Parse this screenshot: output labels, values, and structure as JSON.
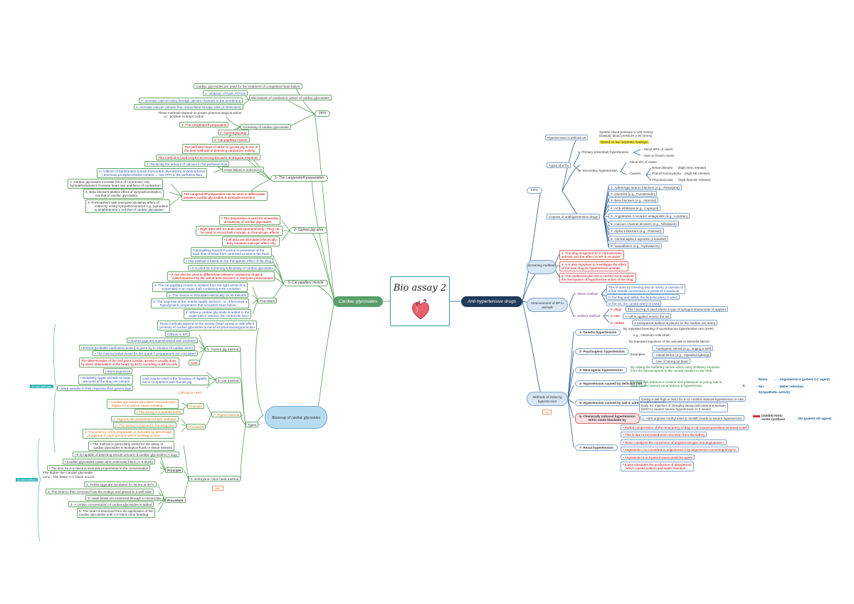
{
  "central": "Bio assay 2",
  "left_main": "Cardiac glycosides",
  "right_main": "Anti hypertensive drugs",
  "cg": {
    "intro": "Intro",
    "intro_used": "Cardiac glycosides are used for the treatment of congestive heart failure",
    "mechanism": "Mechanism of cardiotonic action of cardiac glycosides",
    "mech": [
      "1- Inhibition of Na/K ATPase",
      "2- Increase calcium entry through calcium channels in the membrane",
      "3- Increase calcium release from intracellular storage sites (S Reticulum)"
    ],
    "screening": "Screening of cardiac glycosides",
    "screen_text": [
      "These methods depend on proper pharmacological action",
      "i.e., positive inotropic action"
    ],
    "screen_items": [
      "1- The Langendorff preparation",
      "2- Guinea pig strip",
      "3- Cat papillary muscle"
    ],
    "lang_title": "1- The Langendorff preparation",
    "lang_perf": [
      "The perfused heart of rabbit or guinea pig is one of",
      "the best methods of detecting cardiotonic activity"
    ],
    "lang_rhythm": "This method is used only for screening because of irregular response",
    "lang_fail": "Heart failure is induced by",
    "lang_fail1": "1- Reducing the amount of calcium in the perfusion fluid",
    "lang_fail2": [
      "2- Addition of barbiturates (cause myocardial depression) or dinitrophenol",
      "( decrease phosphocreatine content → low ATP)  in the perfusion fluid"
    ],
    "lang_a": [
      "1- Cardiac glycosides increase force of contraction only",
      "Sympathomimetics increase heart rate and force of contraction"
    ],
    "lang_b": [
      "2- Beta blockers abolish effect of sympathomimetics,",
      "not that of cardiac glycosides"
    ],
    "lang_c": [
      "3- Pretreatment with reserpine abolishes effect of",
      "indirectly-acting sympathomimetics e.g. (ephedrine",
      "& amphetamine ), not that of cardiac glycosides"
    ],
    "lang_diff": [
      "The Langendorff preparation can be used to differentiate",
      "between cardiac glycosides & sympathomimetics"
    ],
    "gp_title": "2- Guinea pig atria",
    "gp1": [
      "• This preparation is used for screening",
      "& bioassay of cardiac glycosides"
    ],
    "gp2": [
      "• Right atria with SA node beat spontaneously .  They can",
      "be used to record both inotropic & chronotropic effects"
    ],
    "gp3": [
      "• Left atria are stimulated electrically;",
      "they measure inotropic effect only"
    ],
    "cp_title": "3- Cat papillary muscle",
    "cp1": [
      "Cat papillary muscle Function is prevention of the",
      "back flow of blood form ventricles to atria in the heart"
    ],
    "cp2": "• This method is based on the therapeutic effect of the drug",
    "cp3": "• It is used for screening & bioassay of cardiac glycosides",
    "cp4": [
      "• It can also be used to differentiate between cardiotonic drugs &",
      "catecholamines by the use of beta blockers or reserpine pretreatment"
    ],
    "cp_proc": "Procedure",
    "cp_p1": [
      "1- The cat papillary muscle is isolated from the right ventricle &",
      "suspended in an organ bath containing Kreb s solution"
    ],
    "cp_p2": "2- The muscle is stimulated electrically for 60 minutes",
    "cp_p3": [
      "3- The response of the muscle rapidly declines. i.e., it becomes a",
      "hypodynamic preparation that simulates heart failure"
    ],
    "cp_p4": [
      "4- When a cardiac glycoside is added to the",
      "organ bath it restores the contractile force"
    ],
    "bio_cloud": "Bioassay of cardiac glycosides",
    "bio_text": [
      "These methods depend on the toxicity (heart arrest) or side effect",
      "(emesis) of cardiac glycosides & not on its pharmacological action"
    ],
    "types": "Types",
    "gpm_title": "1- Guinea pig method",
    "gpm_bp": "(Official in BP)",
    "gpm1": "• Guinea pigs are anaesthetized with urethane",
    "gpm2": "• Extract (probable cardiotonic action) is given by IV infusion till cardiac arrest",
    "gpm3": "• The minimal lethal doses for the S and T preparations are calculated",
    "gpm4": [
      "The determination of the end point (cardiac arrest) is usually done",
      "by direct observation of the heart, by ECG recording or BP records"
    ],
    "note": "Note",
    "cat_title": "2- Cat method",
    "cat1": "• More expensive",
    "cat2": [
      "• Relatively larger animals so large",
      "amounts of the drug are needed"
    ],
    "cat3": "• More variable in their response than guinea pigs",
    "cat4": [
      "Cats may be used in the bioassay of digitalis",
      "but in comparison with Guinea pig"
    ],
    "pig_title": "3- Pigeon method",
    "pig_usp": "(Official in USP)",
    "principle": "Principle",
    "pig_pr1": [
      "• Cardiac glycosides stimulates chemoreceptor",
      "trigger zone and so cause vomiting"
    ],
    "pig_pr2": "• This assay is a quantal assay",
    "pig_proc": "Procedure",
    "pig_p1": "1- Pigeons are anaesthetized with urethane",
    "pig_p2": "2- The extract is injected in the wing vein",
    "pig_p3": [
      "3- The potency of the preparation is indicated by percentage",
      "of pigeons in each group in which vomiting occurs"
    ],
    "emb_title": "4- Embryonic chick heart method",
    "emb1": [
      "• This method is particularly useful for the assay of",
      "cardiac glycosides in biological fluids or tissue extracts"
    ],
    "emb_principle": "Principle",
    "emb_pr1": "• It is capable of detecting minute amount of cardiac glycosides (< 1μg)",
    "emb_pr2": "• Cardiac glycosides cause atrio-ventricular block (A-V block)",
    "emb_pr3": "• The time for A-V block is inversely proportional to the concentration",
    "emb_pr4": [
      "The higher the Cardiac glycoside",
      "conc., The faster A-V block occurs"
    ],
    "emb_proc": "Procedure",
    "emb_p1": "1- Fertile eggs are incubated for 48 hrs at 38°C",
    "emb_p2": "2- The heart is then removed from the embryo and placed in a well slide",
    "emb_p3": "3- Heart beats are examined through a microscope",
    "emb_p4": "4- A certain concentration of cardiac glycosides is added",
    "emb_p5": [
      "5- The heart is observed from the application of the",
      "cardiac glycosides until A-V block (stop beating)"
    ],
    "in_vivo": "In vivo methods",
    "in_vitro": "In vitro method",
    "usp_mark": "USP"
  },
  "ah": {
    "intro": "Intro",
    "htn_def": "Hypertension is defined as",
    "htn_vals": [
      "Systolic blood pressure ≥ 140 mmHg",
      "Diastolic blood pressure ≥ 90 mmHg"
    ],
    "htn_based": "Based on two separate readings",
    "types": "Types of HTN",
    "primary": "1- Primary (essential) hypertension",
    "primary1": "- About 90% of cases",
    "primary2": "- Has no known cause",
    "secondary": "2- Secondary hypertension",
    "sec1": "- About 5% of cases",
    "causes": "- Causes",
    "renal": "Renal disease",
    "renal_r": "(high renin release)",
    "pheo": "Pheochromocytoma",
    "pheo_r": "(high NE release)",
    "thyro": "Thyrotoxicosis",
    "thyro_r": "(high thyroxin release)",
    "classes": "Classes of antihypertensive drugs",
    "class_list": [
      "1- Adrenergic neuron blockers (e.g., Reserpine)",
      "2- Diuretics (e.g., Furosemide)",
      "3- Beta blockers (e.g., Atenolol)",
      "4- ACE inhibitors (e.g., Captopril)",
      "5- Angiotensin II receptor antagonists (e.g., Losartan)",
      "6- Calcium channel blockers (e.g., Nifedipine)",
      "7- Alpha 1 blockers (e.g., Prazosin)",
      "8- Central alpha 2 agonists (Clonidine)",
      "9- Vasodilators (e.g., Hydralazine)"
    ],
    "screening": "Screening methods",
    "scr1": [
      "1- The drug is injected IV in normotensive",
      "animals and the effect on BP is recorded"
    ],
    "scr2": [
      "2- It is also important to investigate the effect",
      "of the new drug on hypertensive animals"
    ],
    "scr3": [
      "3- The cardiovascular test is carried out to explore",
      "the mechanism of hypertensive action of the drug"
    ],
    "measure": "Measurement of BP in animals",
    "direct": "1- Direct method",
    "dir1": [
      "This is done by inserting into an artery, a cannula or",
      "a fine needle connected to a pressure transducer"
    ],
    "dir2": "In the dog and rabbit, the femoral artery is used",
    "dir3": "In the rat, the carotid artery is used",
    "indirect": "2- Indirect method",
    "in_dogs": "In dogs",
    "in_dogs_t": "The hind leg is used where a type of sphygmomanometer is applied",
    "in_rats": "In rats",
    "in_rats_t": "A cuff is applied around the tail",
    "in_rabbits": "In rabbits",
    "in_rabbits_t": "A transparent balloon is placed on the median ear artery",
    "induce": "Methods of inducing hypertension",
    "hy_mark": "Hy",
    "gen": "1- Genetic hypertension",
    "gen1": "By repeated breeding of spontaneous hypertensive rats (SHR)",
    "gen2": "e.g., Okamoto-Aoki strain",
    "psy": "2- Psychogenic hypertension",
    "psy1": "By repeated exposure of the animals to stressful stimuli",
    "examples": "Examples",
    "psy_ex": [
      "- Audiogenic stimuli (e.g., ringing a bell)",
      "- Visual stress (e.g., repeated lighting)",
      "- Use of strong air blast"
    ],
    "neu": "3- Neurogenic hypertension",
    "neu1": [
      "By cutting the buffering nerves which carry inhibitory impulses",
      "from the baroreceptors in the carotid sinuses to the VMC"
    ],
    "def": "4- Hypertension caused by deficient diet",
    "def1": [
      "Feeding diet deficient in choline and potassium to young rats or",
      "dogs causes several renal lesions & hypertension"
    ],
    "salt": "5- Hypertension caused by salt & adrenocorticosteroids",
    "salt1": "Giving a diet high in NaCl for 6-12 months induces hypertension in rats",
    "salt2": [
      "Daily SC injection of 20mg/kg deoxycorticosterone acetate",
      "(DOCA) causes severe hypertension in 4 weeks"
    ],
    "k": "↓ K",
    "renin": "↑ Renin",
    "ang": "→ ↑ Angiotensin II (potent V.C agent)",
    "na": "↑ Na+",
    "water": "→ ↑ Water retention",
    "symp": "↑ Sympathetic activity",
    "chem": [
      "6- Chemically induced hypertension",
      "Nitric oxide blockade by"
    ],
    "chem1": "L- nitro arginine methyl ester (L-NAME) leads to severe hypertension",
    "inhib": [
      "(inhibit) Nitric",
      "oxide synthase"
    ],
    "no": "↓ NO (potent VD agent)",
    "ren": "7- Renal hypertension",
    "ren_list": [
      "• Partial compression of the renal artery of dog or rat causes persistent increase in BP",
      "• This is due to increased renin secretion from the kidney",
      "• Renin catalyzes the conversion of angiotensinogen into angiotensin I",
      "• Angiotensin I is converted to angiotensin II by angiotensin converting enzyme",
      "• Angiotensin II is a potent vasoconstrictor agent",
      "• It also simulates the production of aldosterone",
      "which causes sodium and water retention"
    ]
  }
}
